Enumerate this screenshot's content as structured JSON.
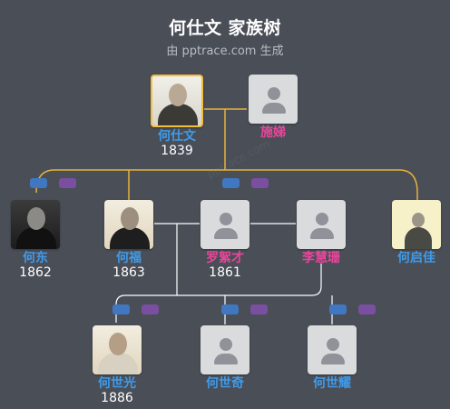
{
  "header": {
    "title": "何仕文 家族树",
    "subtitle": "由 pptrace.com 生成"
  },
  "watermark": "pptrace.com",
  "colors": {
    "background": "#4a4e57",
    "male_name": "#3f9bea",
    "female_name": "#e8479b",
    "highlight_border": "#f2bf3f",
    "line_gold": "#e7b33b",
    "line_white": "#ffffff"
  },
  "people": {
    "root_father": {
      "name": "何仕文",
      "year": "1839",
      "photo": "photo"
    },
    "root_mother": {
      "name": "施娣",
      "year": "",
      "photo": "placeholder"
    },
    "he_dong": {
      "name": "何东",
      "year": "1862",
      "photo": "photo"
    },
    "he_fu": {
      "name": "何福",
      "year": "1863",
      "photo": "photo"
    },
    "luo_xucai": {
      "name": "罗絮才",
      "year": "1861",
      "photo": "placeholder"
    },
    "li_huishan": {
      "name": "李慧珊",
      "year": "",
      "photo": "placeholder"
    },
    "he_qijia": {
      "name": "何启佳",
      "year": "",
      "photo": "photo"
    },
    "he_shiguang": {
      "name": "何世光",
      "year": "1886",
      "photo": "photo"
    },
    "he_shiqi": {
      "name": "何世奇",
      "year": "",
      "photo": "placeholder"
    },
    "he_shiyao": {
      "name": "何世耀",
      "year": "",
      "photo": "placeholder"
    }
  }
}
